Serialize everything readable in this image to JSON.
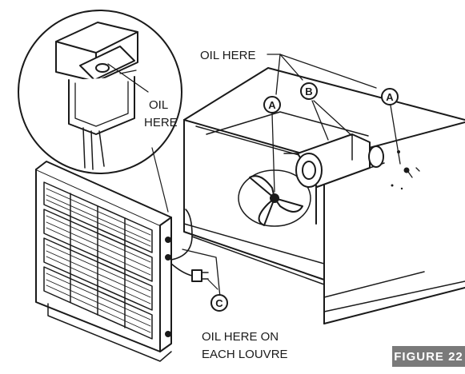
{
  "labels": {
    "oil_here_top": "OIL HERE",
    "oil_here_inset_line1": "OIL",
    "oil_here_inset_line2": "HERE",
    "oil_here_louvre_line1": "OIL HERE ON",
    "oil_here_louvre_line2": "EACH LOUVRE"
  },
  "callouts": {
    "a_left": "A",
    "b": "B",
    "a_right": "A",
    "c": "C"
  },
  "figure_badge": "FIGURE 22",
  "colors": {
    "ink": "#1a1a1a",
    "badge_bg": "#7a7a7a",
    "paper": "#ffffff"
  }
}
